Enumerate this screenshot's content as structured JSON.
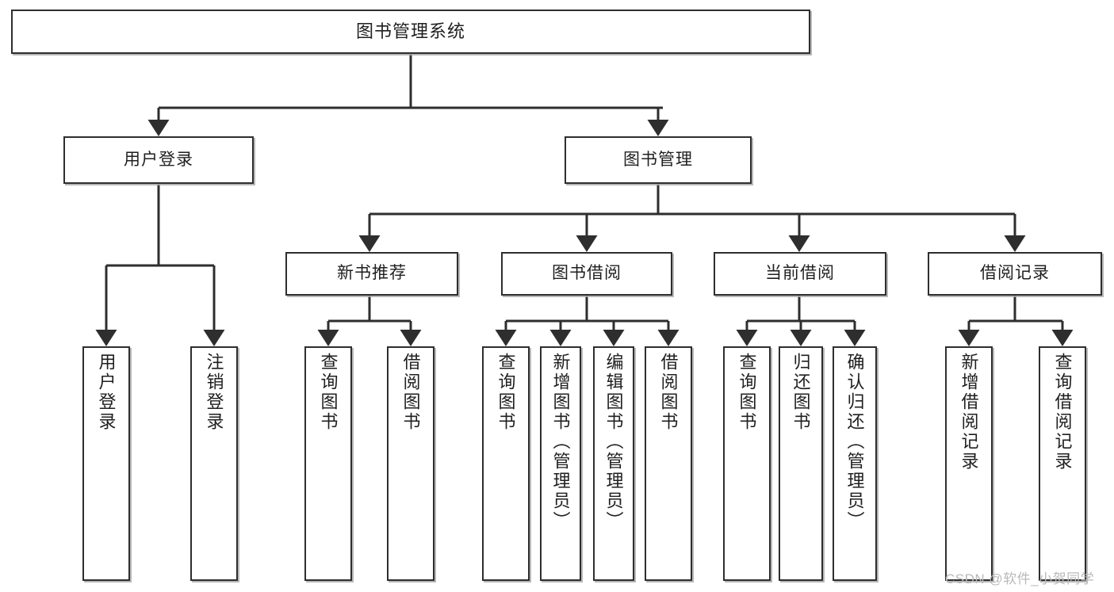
{
  "diagram": {
    "type": "tree",
    "title": "图书管理系统",
    "watermark": "CSDN @软件_小贺同学",
    "colors": {
      "background": "#ffffff",
      "node_fill": "#ffffff",
      "node_border": "#2e2e2e",
      "edge": "#2e2e2e",
      "text": "#1f1f1f",
      "watermark": "#b9b9b9"
    },
    "nodes": {
      "root": {
        "label": "图书管理系统",
        "level": 0
      },
      "user_login": {
        "label": "用户登录",
        "level": 1
      },
      "book_manage": {
        "label": "图书管理",
        "level": 1
      },
      "new_book_rec": {
        "label": "新书推荐",
        "level": 2
      },
      "book_borrow": {
        "label": "图书借阅",
        "level": 2
      },
      "current_borrow": {
        "label": "当前借阅",
        "level": 2
      },
      "borrow_record": {
        "label": "借阅记录",
        "level": 2
      },
      "leaf_user_login": {
        "label": "用户登录",
        "level": 3
      },
      "leaf_logout": {
        "label": "注销登录",
        "level": 3
      },
      "leaf_query_book_1": {
        "label": "查询图书",
        "level": 3
      },
      "leaf_borrow_book_1": {
        "label": "借阅图书",
        "level": 3
      },
      "leaf_query_book_2": {
        "label": "查询图书",
        "level": 3
      },
      "leaf_add_book": {
        "label": "新增图书（管理员）",
        "level": 3
      },
      "leaf_edit_book": {
        "label": "编辑图书（管理员）",
        "level": 3
      },
      "leaf_borrow_book_2": {
        "label": "借阅图书",
        "level": 3
      },
      "leaf_query_book_3": {
        "label": "查询图书",
        "level": 3
      },
      "leaf_return_book": {
        "label": "归还图书",
        "level": 3
      },
      "leaf_confirm_return": {
        "label": "确认归还（管理员）",
        "level": 3
      },
      "leaf_add_record": {
        "label": "新增借阅记录",
        "level": 3
      },
      "leaf_query_record": {
        "label": "查询借阅记录",
        "level": 3
      }
    },
    "edges": [
      {
        "from": "root",
        "to": "user_login"
      },
      {
        "from": "root",
        "to": "book_manage"
      },
      {
        "from": "user_login",
        "to": "leaf_user_login"
      },
      {
        "from": "user_login",
        "to": "leaf_logout"
      },
      {
        "from": "book_manage",
        "to": "new_book_rec"
      },
      {
        "from": "book_manage",
        "to": "book_borrow"
      },
      {
        "from": "book_manage",
        "to": "current_borrow"
      },
      {
        "from": "book_manage",
        "to": "borrow_record"
      },
      {
        "from": "new_book_rec",
        "to": "leaf_query_book_1"
      },
      {
        "from": "new_book_rec",
        "to": "leaf_borrow_book_1"
      },
      {
        "from": "book_borrow",
        "to": "leaf_query_book_2"
      },
      {
        "from": "book_borrow",
        "to": "leaf_add_book"
      },
      {
        "from": "book_borrow",
        "to": "leaf_edit_book"
      },
      {
        "from": "book_borrow",
        "to": "leaf_borrow_book_2"
      },
      {
        "from": "current_borrow",
        "to": "leaf_query_book_3"
      },
      {
        "from": "current_borrow",
        "to": "leaf_return_book"
      },
      {
        "from": "current_borrow",
        "to": "leaf_confirm_return"
      },
      {
        "from": "borrow_record",
        "to": "leaf_add_record"
      },
      {
        "from": "borrow_record",
        "to": "leaf_query_record"
      }
    ]
  }
}
